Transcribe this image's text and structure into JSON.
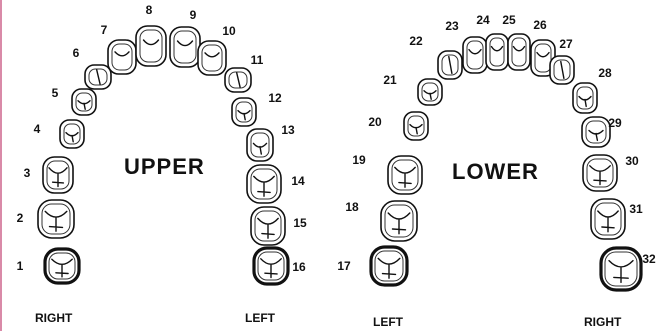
{
  "upper": {
    "title": "UPPER",
    "left_label": "RIGHT",
    "right_label": "LEFT",
    "teeth": [
      {
        "number": "1",
        "type": "molar",
        "bold": true
      },
      {
        "number": "2",
        "type": "molar",
        "bold": false
      },
      {
        "number": "3",
        "type": "molar",
        "bold": false
      },
      {
        "number": "4",
        "type": "premolar",
        "bold": false
      },
      {
        "number": "5",
        "type": "premolar",
        "bold": false
      },
      {
        "number": "6",
        "type": "canine",
        "bold": false
      },
      {
        "number": "7",
        "type": "incisor",
        "bold": false
      },
      {
        "number": "8",
        "type": "incisor",
        "bold": false
      },
      {
        "number": "9",
        "type": "incisor",
        "bold": false
      },
      {
        "number": "10",
        "type": "incisor",
        "bold": false
      },
      {
        "number": "11",
        "type": "canine",
        "bold": false
      },
      {
        "number": "12",
        "type": "premolar",
        "bold": false
      },
      {
        "number": "13",
        "type": "premolar",
        "bold": false
      },
      {
        "number": "14",
        "type": "molar",
        "bold": false
      },
      {
        "number": "15",
        "type": "molar",
        "bold": false
      },
      {
        "number": "16",
        "type": "molar",
        "bold": true
      }
    ]
  },
  "lower": {
    "title": "LOWER",
    "left_label": "LEFT",
    "right_label": "RIGHT",
    "teeth": [
      {
        "number": "17",
        "type": "molar",
        "bold": true
      },
      {
        "number": "18",
        "type": "molar",
        "bold": false
      },
      {
        "number": "19",
        "type": "molar",
        "bold": false
      },
      {
        "number": "20",
        "type": "premolar",
        "bold": false
      },
      {
        "number": "21",
        "type": "premolar",
        "bold": false
      },
      {
        "number": "22",
        "type": "canine",
        "bold": false
      },
      {
        "number": "23",
        "type": "incisor",
        "bold": false
      },
      {
        "number": "24",
        "type": "incisor",
        "bold": false
      },
      {
        "number": "25",
        "type": "incisor",
        "bold": false
      },
      {
        "number": "26",
        "type": "incisor",
        "bold": false
      },
      {
        "number": "27",
        "type": "canine",
        "bold": false
      },
      {
        "number": "28",
        "type": "premolar",
        "bold": false
      },
      {
        "number": "29",
        "type": "premolar",
        "bold": false
      },
      {
        "number": "30",
        "type": "molar",
        "bold": false
      },
      {
        "number": "31",
        "type": "molar",
        "bold": false
      },
      {
        "number": "32",
        "type": "molar",
        "bold": true
      }
    ]
  }
}
